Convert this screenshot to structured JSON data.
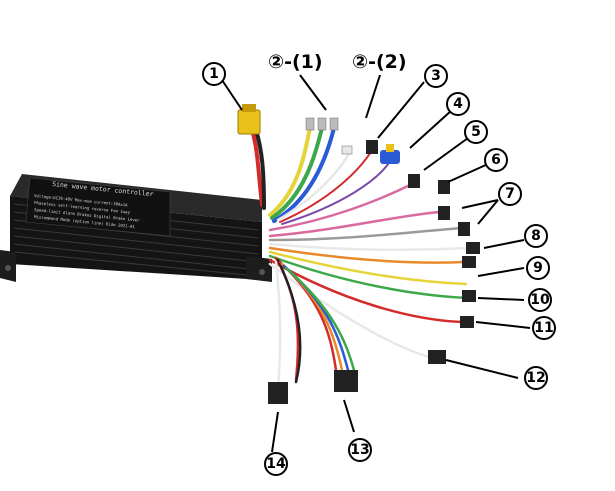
{
  "controller": {
    "title": "Sine wave motor controller",
    "spec_lines": [
      "Voltage:DC36-48V    Max-mum current:30A±1A",
      "Phaseless self-learning reverse Fan 1way",
      "Speed-limit Alarm Brakes Digital Brake Lever",
      "Miscommand   Mode (option line)   Ride 2021-01"
    ]
  },
  "callouts": [
    {
      "id": "1",
      "label": "①",
      "name": "callout-1"
    },
    {
      "id": "2-1",
      "label": "②-(1)",
      "name": "callout-2-1"
    },
    {
      "id": "2-2",
      "label": "②-(2)",
      "name": "callout-2-2"
    },
    {
      "id": "3",
      "label": "③",
      "name": "callout-3"
    },
    {
      "id": "4",
      "label": "④",
      "name": "callout-4"
    },
    {
      "id": "5",
      "label": "⑤",
      "name": "callout-5"
    },
    {
      "id": "6",
      "label": "⑥",
      "name": "callout-6"
    },
    {
      "id": "7",
      "label": "⑦",
      "name": "callout-7"
    },
    {
      "id": "8",
      "label": "⑧",
      "name": "callout-8"
    },
    {
      "id": "9",
      "label": "⑨",
      "name": "callout-9"
    },
    {
      "id": "10",
      "label": "⑩",
      "name": "callout-10"
    },
    {
      "id": "11",
      "label": "⑪",
      "name": "callout-11"
    },
    {
      "id": "12",
      "label": "⑫",
      "name": "callout-12"
    },
    {
      "id": "13",
      "label": "⑬",
      "name": "callout-13"
    },
    {
      "id": "14",
      "label": "⑭",
      "name": "callout-14"
    }
  ],
  "labels": {
    "c1": "1",
    "c2_1": "②-(1)",
    "c2_2": "②-(2)",
    "c3": "3",
    "c4": "4",
    "c5": "5",
    "c6": "6",
    "c7": "7",
    "c8": "8",
    "c9": "9",
    "c10": "10",
    "c11": "11",
    "c12": "12",
    "c13": "13",
    "c14": "14"
  },
  "colors": {
    "body": "#1b1b1b",
    "xt60": "#e8c21a",
    "wire_red": "#d42a2a",
    "wire_yellow": "#e4d43a",
    "wire_blue": "#2a5ad4",
    "wire_green": "#3ca84a",
    "wire_white": "#e8e8e8",
    "wire_black": "#222222",
    "wire_pink": "#d86aa0",
    "wire_purple": "#7a4aa8",
    "wire_orange": "#e88a2a",
    "wire_brown": "#7a4a2a",
    "wire_gray": "#9a9a9a"
  }
}
